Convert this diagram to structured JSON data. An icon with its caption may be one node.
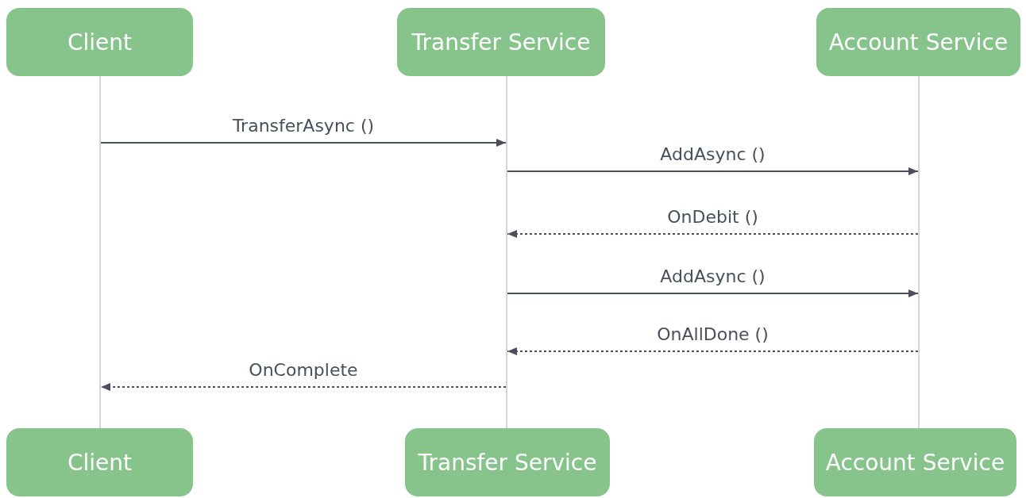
{
  "diagram": {
    "nodes": [
      {
        "text": [
          "Client"
        ]
      },
      {
        "text": [
          "Transfer Service"
        ]
      },
      {
        "text": [
          "Account Service"
        ]
      },
      {
        "text": [],
        "shape": "bar"
      },
      {
        "text": [],
        "shape": "bar"
      },
      {
        "text": [],
        "shape": "bar"
      },
      {
        "text": [
          "Client"
        ]
      },
      {
        "text": [
          "Transfer Service"
        ]
      },
      {
        "text": [
          "Account Service"
        ]
      }
    ],
    "edges": [
      {
        "from": 3,
        "to": 4,
        "arrow": "to",
        "label": "TransferAsync ()"
      },
      {
        "from": 4,
        "to": 5,
        "arrow": "to",
        "label": "AddAsync ()"
      },
      {
        "from": 5,
        "to": 4,
        "arrow": "to",
        "label": "OnDebit ()",
        "style": "dashed"
      },
      {
        "from": 4,
        "to": 5,
        "arrow": "to",
        "label": "AddAsync ()"
      },
      {
        "from": 5,
        "to": 4,
        "arrow": "to",
        "label": "OnAllDone ()",
        "style": "dashed"
      },
      {
        "from": 4,
        "to": 3,
        "arrow": "to",
        "label": "OnComplete",
        "style": "dashed"
      }
    ]
  }
}
